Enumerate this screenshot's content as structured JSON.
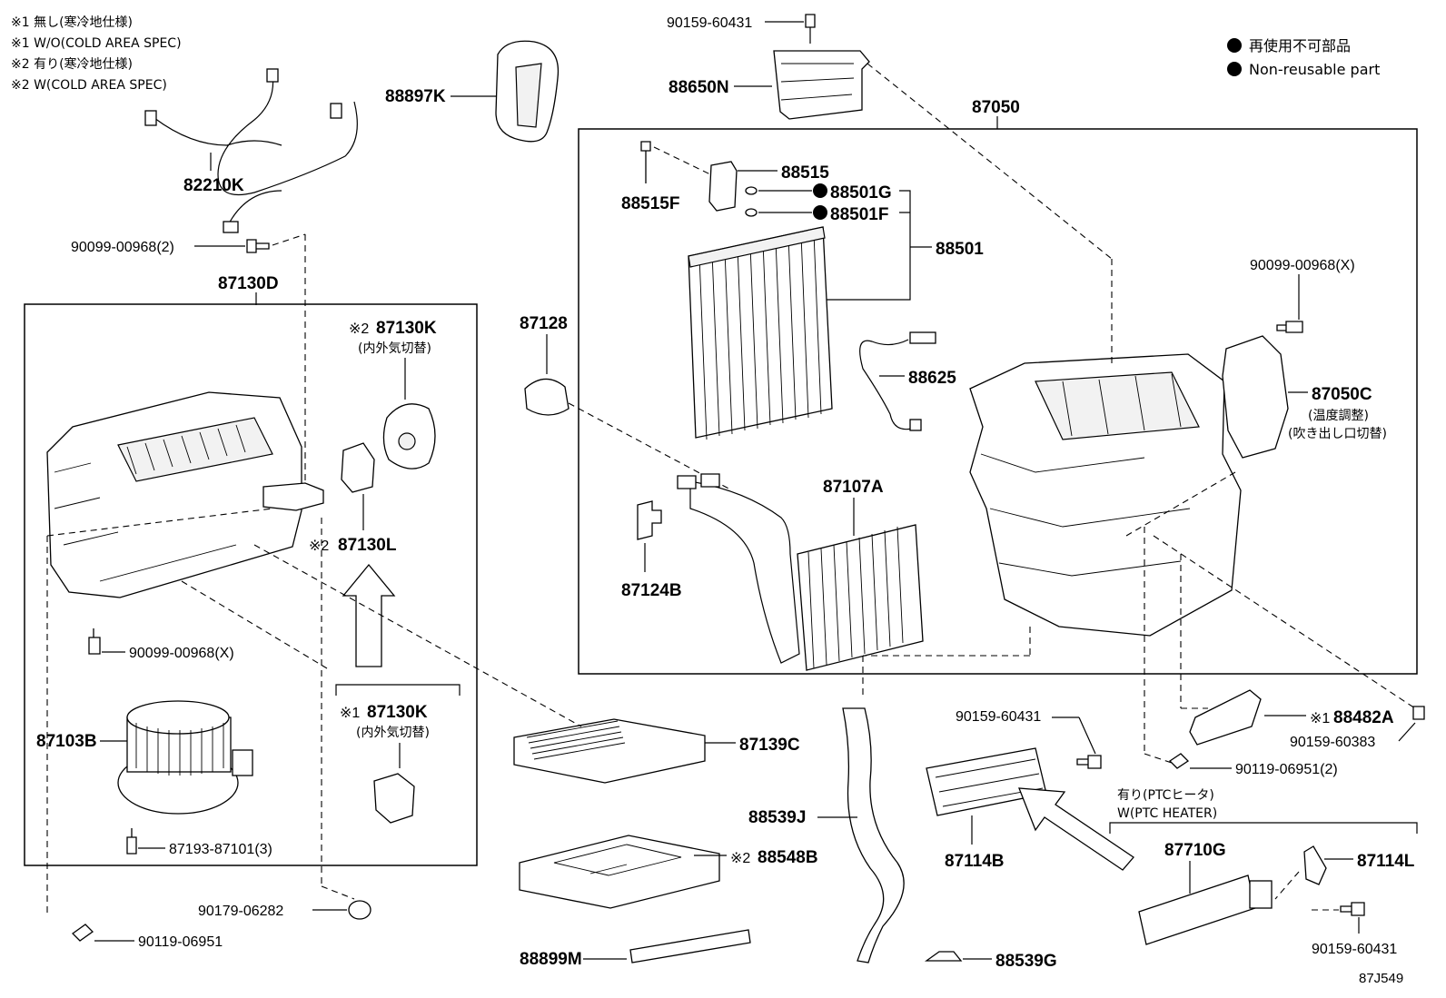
{
  "notes": {
    "n1": "※1 無し(寒冷地仕様)",
    "n2": "※1 W/O(COLD AREA SPEC)",
    "n3": "※2 有り(寒冷地仕様)",
    "n4": "※2 W(COLD AREA SPEC)"
  },
  "legend": {
    "ja": "再使用不可部品",
    "en": "Non-reusable part"
  },
  "labels": {
    "p90159_60431_top": "90159-60431",
    "p88650N": "88650N",
    "p88897K": "88897K",
    "p82210K": "82210K",
    "p90099_00968_2": "90099-00968(2)",
    "p87130D": "87130D",
    "p87050": "87050",
    "p88515": "88515",
    "p88515F": "88515F",
    "p88501G": "88501G",
    "p88501F": "88501F",
    "p88501": "88501",
    "p90099_00968_X_right": "90099-00968(X)",
    "p87128": "87128",
    "p88625": "88625",
    "p87050C": "87050C",
    "p87050C_ja1": "(温度調整)",
    "p87050C_ja2": "(吹き出し口切替)",
    "p87130K_2": "87130K",
    "p87130K_2_mark": "※2",
    "p87130K_2_ja": "(内外気切替)",
    "p87130L": "87130L",
    "p87130L_mark": "※2",
    "p87107A": "87107A",
    "p87124B": "87124B",
    "p90099_00968_X_left": "90099-00968(X)",
    "p87130K_1": "87130K",
    "p87130K_1_mark": "※1",
    "p87130K_1_ja": "(内外気切替)",
    "p87103B": "87103B",
    "p87193_87101": "87193-87101(3)",
    "p87139C": "87139C",
    "p90159_60431_mid": "90159-60431",
    "p88482A": "88482A",
    "p88482A_mark": "※1",
    "p90159_60383": "90159-60383",
    "p90119_06951_2": "90119-06951(2)",
    "ptc_ja": "有り(PTCヒータ)",
    "ptc_en": "W(PTC HEATER)",
    "p88539J": "88539J",
    "p88548B": "88548B",
    "p88548B_mark": "※2",
    "p87114B": "87114B",
    "p87710G": "87710G",
    "p87114L": "87114L",
    "p90179_06282": "90179-06282",
    "p90119_06951": "90119-06951",
    "p88899M": "88899M",
    "p88539G": "88539G",
    "p90159_60431_bot": "90159-60431",
    "ref_code": "87J549"
  },
  "icons": {
    "non_reusable": "filled-circle-icon",
    "direction_arrow": "outline-arrow-icon"
  }
}
